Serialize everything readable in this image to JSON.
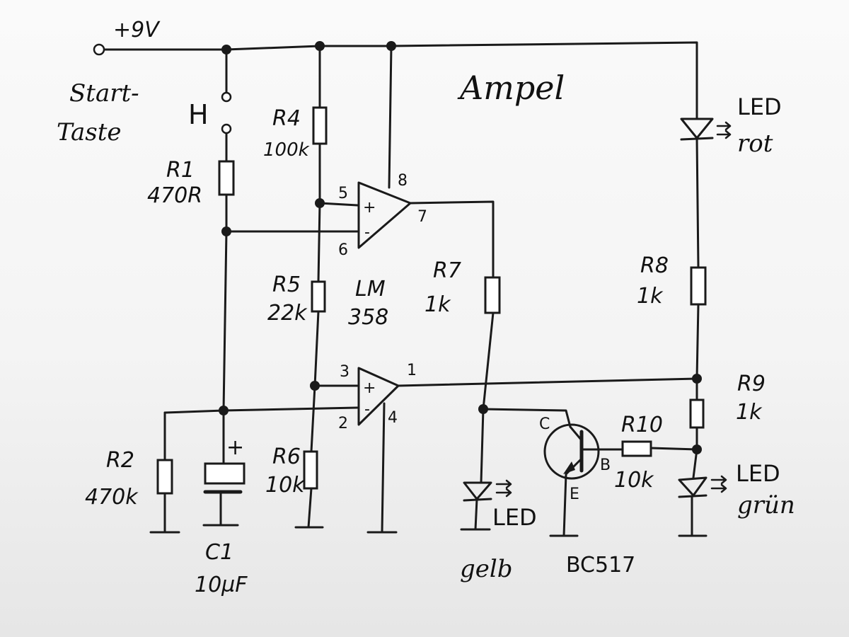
{
  "title": "Ampel",
  "supply": {
    "label": "+9V"
  },
  "switch": {
    "label_line1": "Start-",
    "label_line2": "Taste",
    "symbol": "H"
  },
  "components": {
    "R1": {
      "name": "R1",
      "value": "470R"
    },
    "R2": {
      "name": "R2",
      "value": "470k"
    },
    "R4": {
      "name": "R4",
      "value": "100k"
    },
    "R5": {
      "name": "R5",
      "value": "22k"
    },
    "R6": {
      "name": "R6",
      "value": "10k"
    },
    "R7": {
      "name": "R7",
      "value": "1k"
    },
    "R8": {
      "name": "R8",
      "value": "1k"
    },
    "R9": {
      "name": "R9",
      "value": "1k"
    },
    "R10": {
      "name": "R10",
      "value": "10k"
    },
    "C1": {
      "name": "C1",
      "value": "10µF",
      "plus": "+"
    },
    "IC": {
      "line1": "LM",
      "line2": "358"
    },
    "T1": {
      "name": "BC517",
      "c": "C",
      "b": "B",
      "e": "E"
    }
  },
  "pins": {
    "p1": "1",
    "p2": "2",
    "p3": "3",
    "p4": "4",
    "p5": "5",
    "p6": "6",
    "p7": "7",
    "p8": "8",
    "plus": "+",
    "minus": "-"
  },
  "leds": {
    "red": {
      "label": "LED",
      "color": "rot"
    },
    "yellow": {
      "label": "LED",
      "color": "gelb"
    },
    "green": {
      "label": "LED",
      "color": "grün"
    }
  },
  "colors": {
    "ink": "#1a1a1a",
    "paper": "#f6f6f6"
  }
}
